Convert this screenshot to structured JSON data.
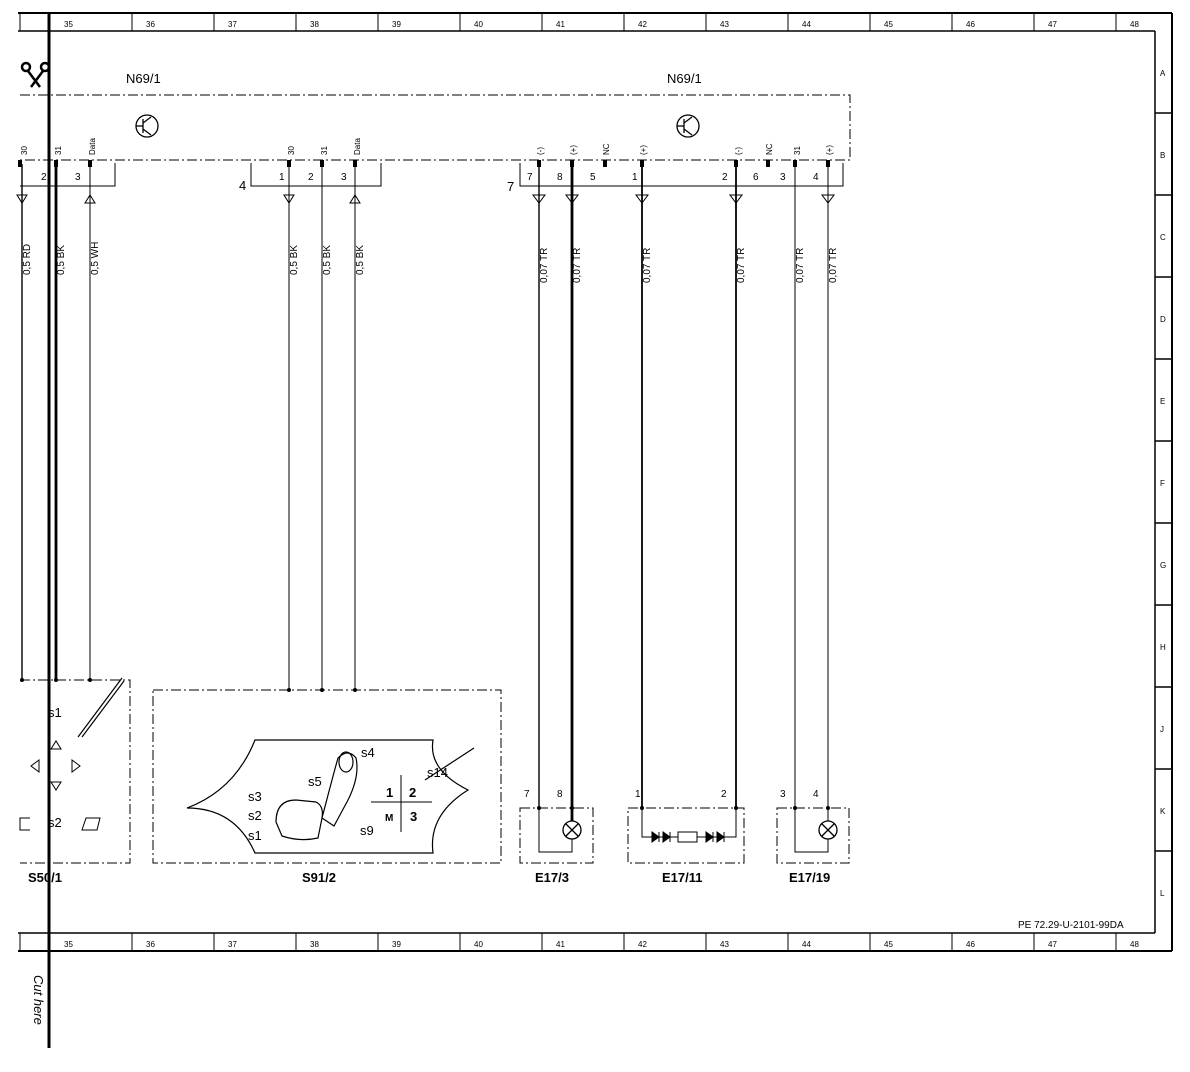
{
  "grid": {
    "columns": [
      "35",
      "36",
      "37",
      "38",
      "39",
      "40",
      "41",
      "42",
      "43",
      "44",
      "45",
      "46",
      "47",
      "48"
    ],
    "rows": [
      "A",
      "B",
      "C",
      "D",
      "E",
      "F",
      "G",
      "H",
      "J",
      "K",
      "L"
    ]
  },
  "module_left": {
    "label": "N69/1",
    "pins": [
      {
        "name": "30",
        "num": "",
        "wire": "0,5 RD"
      },
      {
        "name": "31",
        "num": "2",
        "wire": "0,5 BK"
      },
      {
        "name": "Data",
        "num": "3",
        "wire": "0,5 WH"
      }
    ]
  },
  "connector_4": {
    "label": "4",
    "pins": [
      {
        "name": "30",
        "num": "1",
        "wire": "0,5 BK"
      },
      {
        "name": "31",
        "num": "2",
        "wire": "0,5 BK"
      },
      {
        "name": "Data",
        "num": "3",
        "wire": "0,5 BK"
      }
    ]
  },
  "module_right": {
    "label": "N69/1",
    "connector_label": "7",
    "pins": [
      {
        "name": "(-)",
        "num": "7",
        "wire": "0,07 TR"
      },
      {
        "name": "(+)",
        "num": "8",
        "wire": "0,07 TR"
      },
      {
        "name": "NC",
        "num": "5",
        "wire": ""
      },
      {
        "name": "(+)",
        "num": "1",
        "wire": "0,07 TR"
      },
      {
        "name": "(-)",
        "num": "2",
        "wire": "0,07 TR"
      },
      {
        "name": "NC",
        "num": "6",
        "wire": ""
      },
      {
        "name": "31",
        "num": "3",
        "wire": "0,07 TR"
      },
      {
        "name": "(+)",
        "num": "4",
        "wire": "0,07 TR"
      }
    ]
  },
  "components": {
    "s50": {
      "label": "S50/1",
      "s1": "s1",
      "s2": "s2"
    },
    "s91": {
      "label": "S91/2",
      "s1": "s1",
      "s2": "s2",
      "s3": "s3",
      "s4": "s4",
      "s5": "s5",
      "s9": "s9",
      "s14": "s14",
      "k1": "1",
      "k2": "2",
      "km": "M",
      "k3": "3"
    },
    "e173": {
      "label": "E17/3",
      "p1": "7",
      "p2": "8"
    },
    "e1711": {
      "label": "E17/11",
      "p1": "1",
      "p2": "2"
    },
    "e1719": {
      "label": "E17/19",
      "p1": "3",
      "p2": "4"
    }
  },
  "ref_code": "PE 72.29-U-2101-99DA",
  "cut_label": "Cut here"
}
